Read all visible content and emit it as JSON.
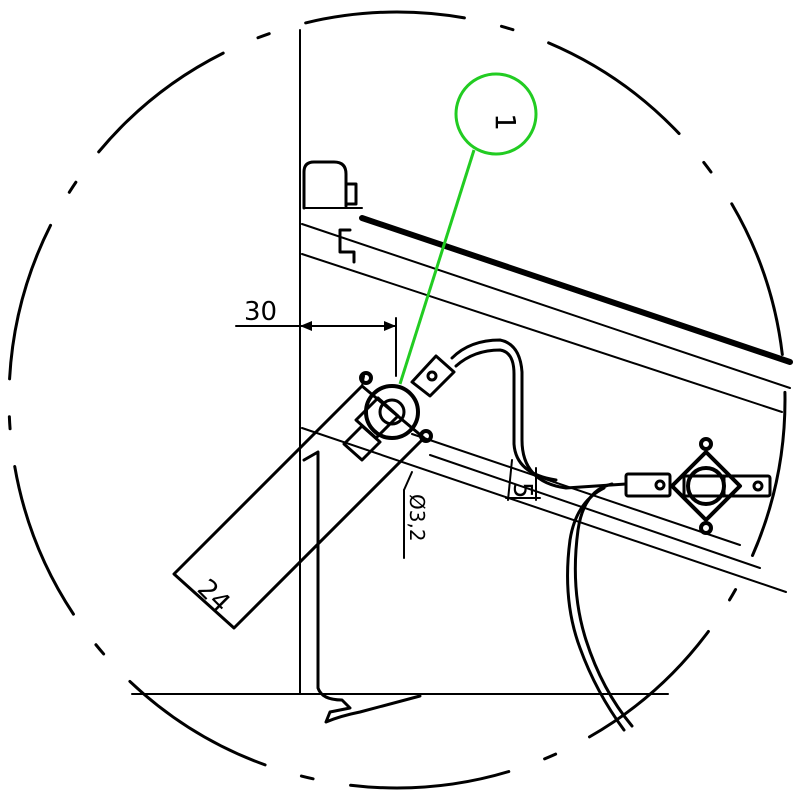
{
  "drawing": {
    "callout": {
      "label": "1",
      "color": "#22cc22"
    },
    "dimensions": {
      "horizontal_offset": "30",
      "bracket_width": "24",
      "edge_distance": "5",
      "hole_diameter": "Ø3,2"
    },
    "line_color": "#000000"
  }
}
